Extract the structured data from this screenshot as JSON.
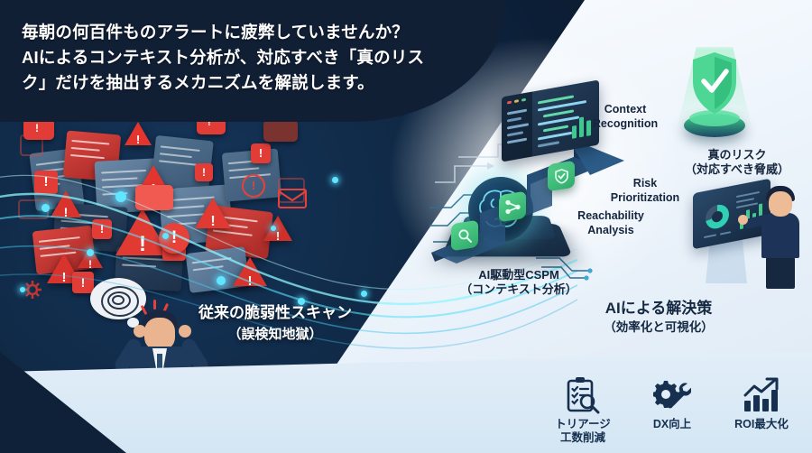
{
  "headline": {
    "line1": "毎朝の何百件ものアラートに疲弊していませんか？",
    "line2": "AIによるコンテキスト分析が、対応すべき「真のリス",
    "line3": "ク」だけを抽出するメカニズムを解説します。"
  },
  "left_panel": {
    "title": "従来の脆弱性スキャン",
    "subtitle": "（誤検知地獄）",
    "alert_glyph": "!",
    "warning_glyph": "⚠"
  },
  "right_panel": {
    "title": "AIによる解決策",
    "subtitle": "（効率化と可視化）"
  },
  "diagram": {
    "cspm_label_line1": "AI駆動型CSPM",
    "cspm_label_line2": "（コンテキスト分析）",
    "steps": [
      {
        "label": "Reachability\nAnalysis",
        "icon": "magnifier-icon"
      },
      {
        "label": "Risk\nPrioritization",
        "icon": "network-share-icon"
      },
      {
        "label": "Context\nRecognition",
        "icon": "check-shield-icon"
      }
    ],
    "step1_line1": "Reachability",
    "step1_line2": "Analysis",
    "step2_line1": "Risk",
    "step2_line2": "Prioritization",
    "step3_line1": "Context",
    "step3_line2": "Recognition",
    "outcome_line1": "真のリスク",
    "outcome_line2": "（対応すべき脅威）"
  },
  "kpis": [
    {
      "icon": "clipboard-search-icon",
      "label_line1": "トリアージ",
      "label_line2": "工数削減"
    },
    {
      "icon": "gear-wrench-icon",
      "label_line1": "DX向上",
      "label_line2": ""
    },
    {
      "icon": "growth-chart-icon",
      "label_line1": "ROI最大化",
      "label_line2": ""
    }
  ],
  "colors": {
    "banner_navy": "#111f35",
    "dark_navy": "#0d1f36",
    "light_bg": "#eef4fa",
    "band_blue": "#d8e8f5",
    "alert_red": "#e23c36",
    "accent_green": "#3dd08a",
    "accent_cyan": "#62e6ff",
    "ink": "#152841"
  }
}
